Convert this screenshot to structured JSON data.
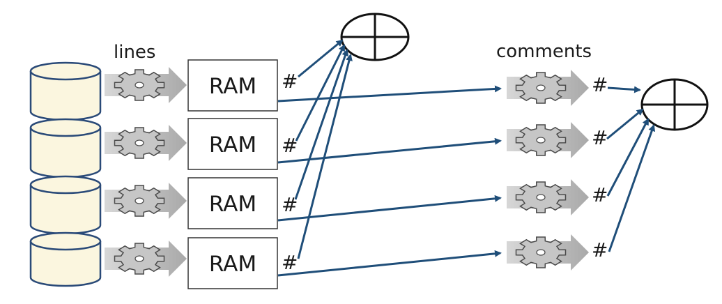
{
  "labels": {
    "lines": "lines",
    "comments": "comments"
  },
  "ram_label": "RAM",
  "hash_label": "#",
  "rows": [
    {
      "ram": "RAM",
      "hash_left": "#",
      "hash_right": "#"
    },
    {
      "ram": "RAM",
      "hash_left": "#",
      "hash_right": "#"
    },
    {
      "ram": "RAM",
      "hash_left": "#",
      "hash_right": "#"
    },
    {
      "ram": "RAM",
      "hash_left": "#",
      "hash_right": "#"
    }
  ],
  "colors": {
    "arrow": "#1f4e79",
    "disk_fill": "#fbf6df",
    "disk_stroke": "#2a4a78",
    "gear_fill": "#c6c6c6",
    "gear_stroke": "#4a4a4a",
    "gray_arrow": "#b4b4b4"
  },
  "icons": {
    "disk": "database-cylinder-icon",
    "gear": "gear-icon",
    "combiner": "circle-plus-icon"
  }
}
